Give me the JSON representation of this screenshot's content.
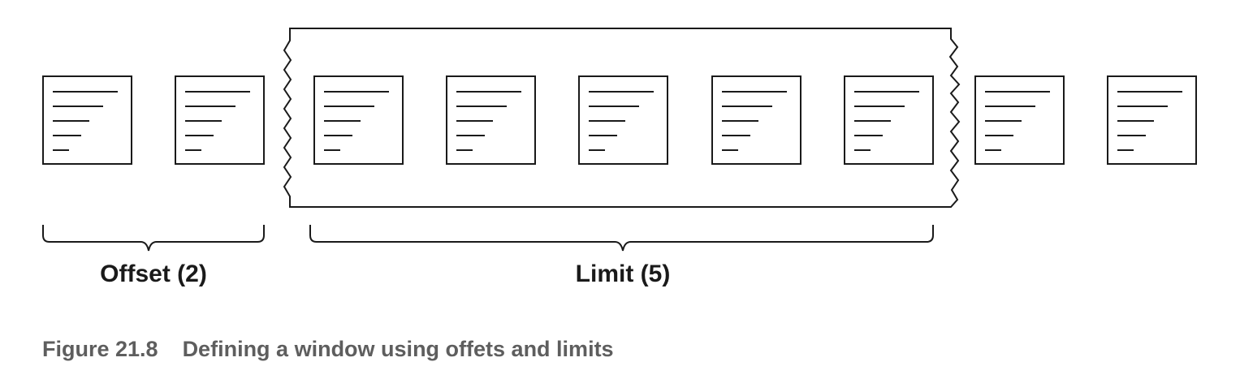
{
  "diagram": {
    "document_count": 9,
    "window_start_index": 2,
    "window_size": 5,
    "offset_label": "Offset (2)",
    "limit_label": "Limit (5)"
  },
  "caption": {
    "figure_number": "Figure 21.8",
    "text": "Defining a window using offets and limits"
  },
  "colors": {
    "stroke": "#1a1a1a",
    "caption": "#5e5e5e"
  }
}
